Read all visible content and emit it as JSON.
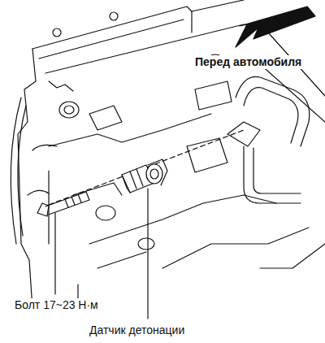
{
  "diagram": {
    "labels": [
      "Перед автомобиля",
      "Болт 17~23 Н·м",
      "Датчик детонации"
    ]
  }
}
